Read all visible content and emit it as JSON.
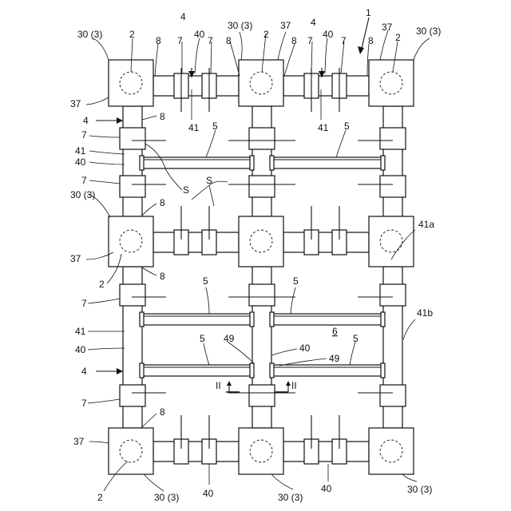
{
  "figure": {
    "labels": {
      "l_30_3": "30 (3)",
      "l_2": "2",
      "l_8": "8",
      "l_7": "7",
      "l_4": "4",
      "l_40": "40",
      "l_37": "37",
      "l_1": "1",
      "l_41": "41",
      "l_5": "5",
      "l_S": "S",
      "l_41a": "41a",
      "l_41b": "41b",
      "l_6": "6",
      "l_49": "49",
      "l_II": "II"
    }
  }
}
